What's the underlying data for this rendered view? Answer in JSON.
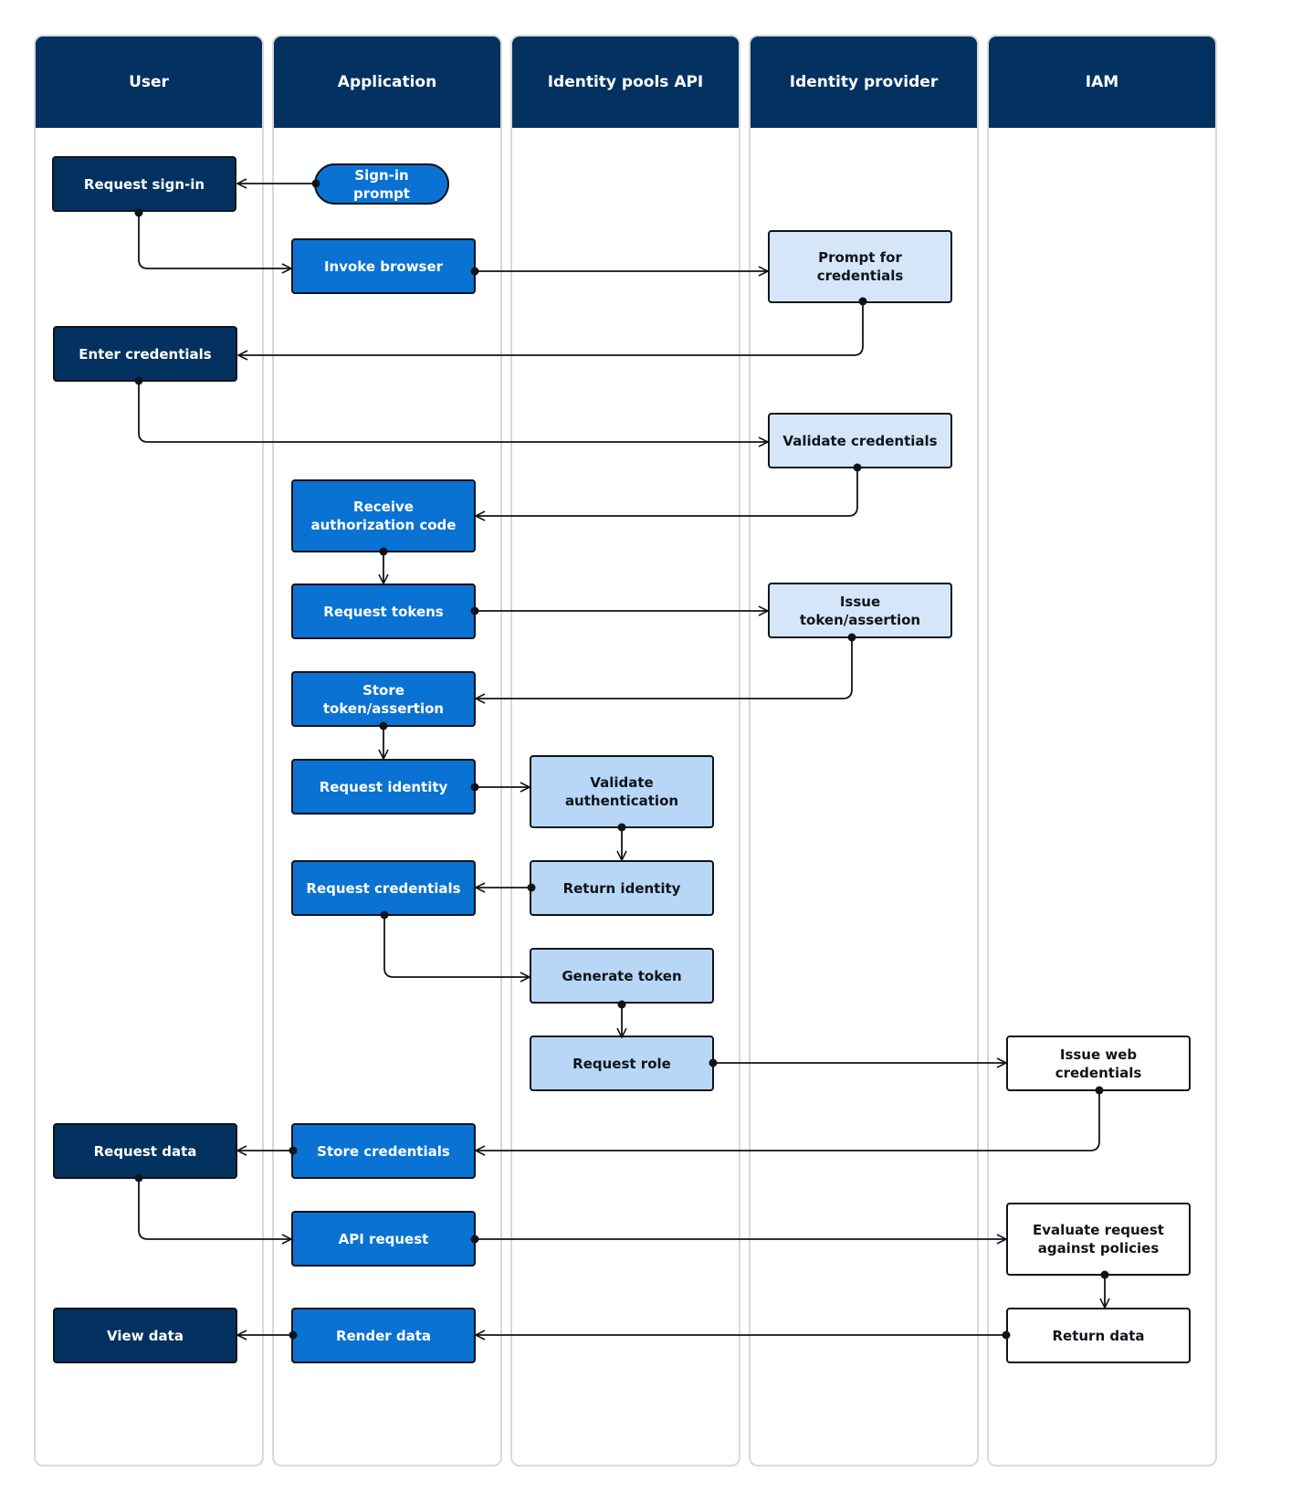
{
  "lanes": {
    "user": "User",
    "application": "Application",
    "identity_pools_api": "Identity pools API",
    "identity_provider": "Identity provider",
    "iam": "IAM"
  },
  "steps": {
    "sign_in_prompt": "Sign-in prompt",
    "request_sign_in": "Request sign-in",
    "invoke_browser": "Invoke browser",
    "prompt_for_credentials": "Prompt for credentials",
    "enter_credentials": "Enter credentials",
    "validate_credentials": "Validate credentials",
    "receive_authorization_code": "Receive authorization code",
    "request_tokens": "Request tokens",
    "issue_token_assertion": "Issue token/assertion",
    "store_token_assertion": "Store token/assertion",
    "request_identity": "Request identity",
    "validate_authentication": "Validate authentication",
    "return_identity": "Return identity",
    "request_credentials": "Request credentials",
    "generate_token": "Generate token",
    "request_role": "Request role",
    "issue_web_credentials": "Issue web credentials",
    "store_credentials": "Store credentials",
    "request_data": "Request data",
    "api_request": "API request",
    "evaluate_request_against_policies": "Evaluate request against policies",
    "return_data": "Return data",
    "render_data": "Render data",
    "view_data": "View data"
  },
  "colors": {
    "header": "#033160",
    "user_step": "#033160",
    "application_step": "#0972d3",
    "identity_provider_step": "#d4e6f8",
    "identity_pools_step": "#b8d7f7",
    "iam_step": "#ffffff",
    "connector": "#0f141a"
  }
}
